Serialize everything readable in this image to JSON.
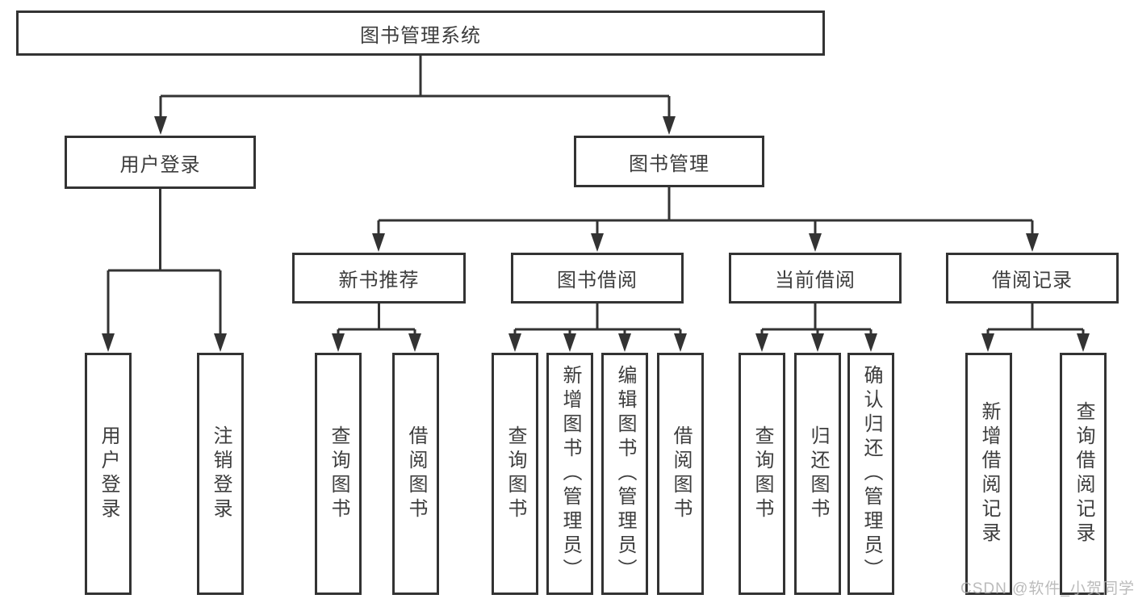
{
  "tree": {
    "label": "图书管理系统",
    "children": [
      {
        "label": "用户登录",
        "children": [
          {
            "label": "用户登录"
          },
          {
            "label": "注销登录"
          }
        ]
      },
      {
        "label": "图书管理",
        "children": [
          {
            "label": "新书推荐",
            "children": [
              {
                "label": "查询图书"
              },
              {
                "label": "借阅图书"
              }
            ]
          },
          {
            "label": "图书借阅",
            "children": [
              {
                "label": "查询图书"
              },
              {
                "label": "新增图书（管理员）"
              },
              {
                "label": "编辑图书（管理员）"
              },
              {
                "label": "借阅图书"
              }
            ]
          },
          {
            "label": "当前借阅",
            "children": [
              {
                "label": "查询图书"
              },
              {
                "label": "归还图书"
              },
              {
                "label": "确认归还（管理员）"
              }
            ]
          },
          {
            "label": "借阅记录",
            "children": [
              {
                "label": "新增借阅记录"
              },
              {
                "label": "查询借阅记录"
              }
            ]
          }
        ]
      }
    ]
  },
  "watermark": {
    "text": "CSDN @软件_小贺同学"
  },
  "colors": {
    "line": "#333333",
    "text": "#3d3d3d",
    "watermark": "#b0b0b0",
    "background": "#ffffff"
  }
}
